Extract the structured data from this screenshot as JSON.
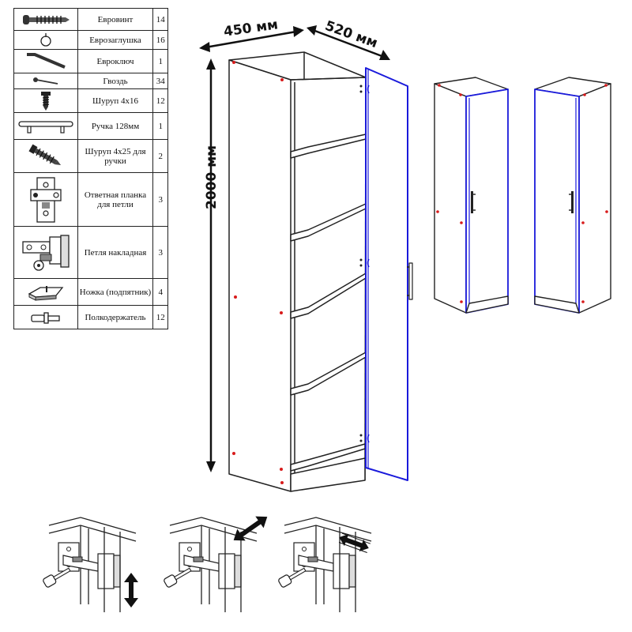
{
  "parts": [
    {
      "name": "Евровинт",
      "qty": "14",
      "icon": "eurobolt-icon"
    },
    {
      "name": "Еврозаглушка",
      "qty": "16",
      "icon": "euro-cap-icon"
    },
    {
      "name": "Евроключ",
      "qty": "1",
      "icon": "hex-key-icon"
    },
    {
      "name": "Гвоздь",
      "qty": "34",
      "icon": "nail-icon"
    },
    {
      "name": "Шуруп 4х16",
      "qty": "12",
      "icon": "screw-icon"
    },
    {
      "name": "Ручка 128мм",
      "qty": "1",
      "icon": "handle-icon"
    },
    {
      "name": "Шуруп 4х25 для ручки",
      "qty": "2",
      "icon": "long-screw-icon"
    },
    {
      "name": "Ответная планка для петли",
      "qty": "3",
      "icon": "hinge-plate-icon"
    },
    {
      "name": "Петля накладная",
      "qty": "3",
      "icon": "hinge-icon"
    },
    {
      "name": "Ножка (подпятник)",
      "qty": "4",
      "icon": "foot-pad-icon"
    },
    {
      "name": "Полкодержатель",
      "qty": "12",
      "icon": "shelf-pin-icon"
    }
  ],
  "dimensions": {
    "width": "450 мм",
    "depth": "520 мм",
    "height": "2000 мм"
  },
  "colors": {
    "door_edge": "#1a1adb",
    "marker": "#d81b1b",
    "line": "#222222"
  },
  "hinge_steps": [
    {
      "arrow": "vertical",
      "icon": "arrow-updown-icon"
    },
    {
      "arrow": "diagonal",
      "icon": "arrow-diagonal-icon"
    },
    {
      "arrow": "depth",
      "icon": "arrow-leftright-icon"
    }
  ]
}
